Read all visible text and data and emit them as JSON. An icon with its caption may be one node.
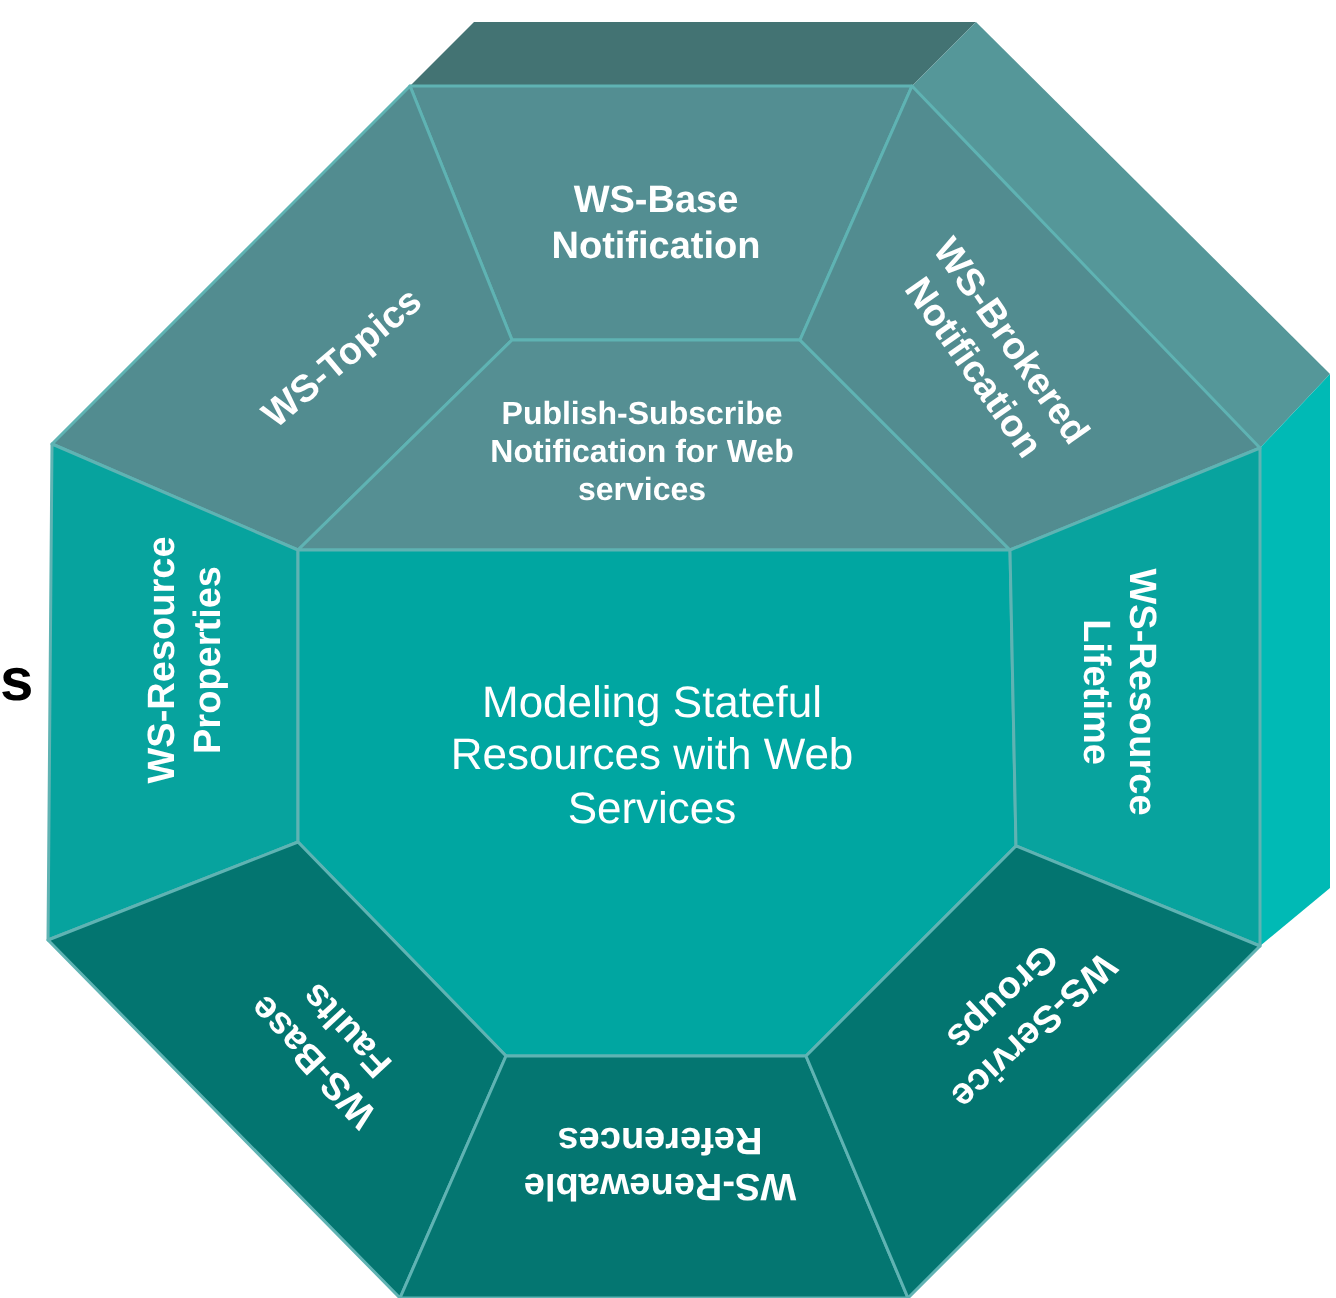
{
  "diagram": {
    "nodes": [
      {
        "text": [
          "WS-Base Notification"
        ]
      },
      {
        "text": [
          "WS-Topics"
        ]
      },
      {
        "text": [
          "Publish-Subscribe Notification for Web services"
        ]
      },
      {
        "text": [
          "WS-Brokered Notification"
        ]
      },
      {
        "text": [
          "WS-Resource Properties"
        ]
      },
      {
        "text": [
          "Modeling Stateful Resources with Web Services"
        ]
      },
      {
        "text": [
          "WS-Resource Lifetime"
        ]
      },
      {
        "text": [
          "WS-Base Faults"
        ]
      },
      {
        "text": [
          "WS-Renewable References"
        ]
      },
      {
        "text": [
          "WS-Service Groups"
        ]
      }
    ],
    "labels": [
      "s"
    ]
  }
}
